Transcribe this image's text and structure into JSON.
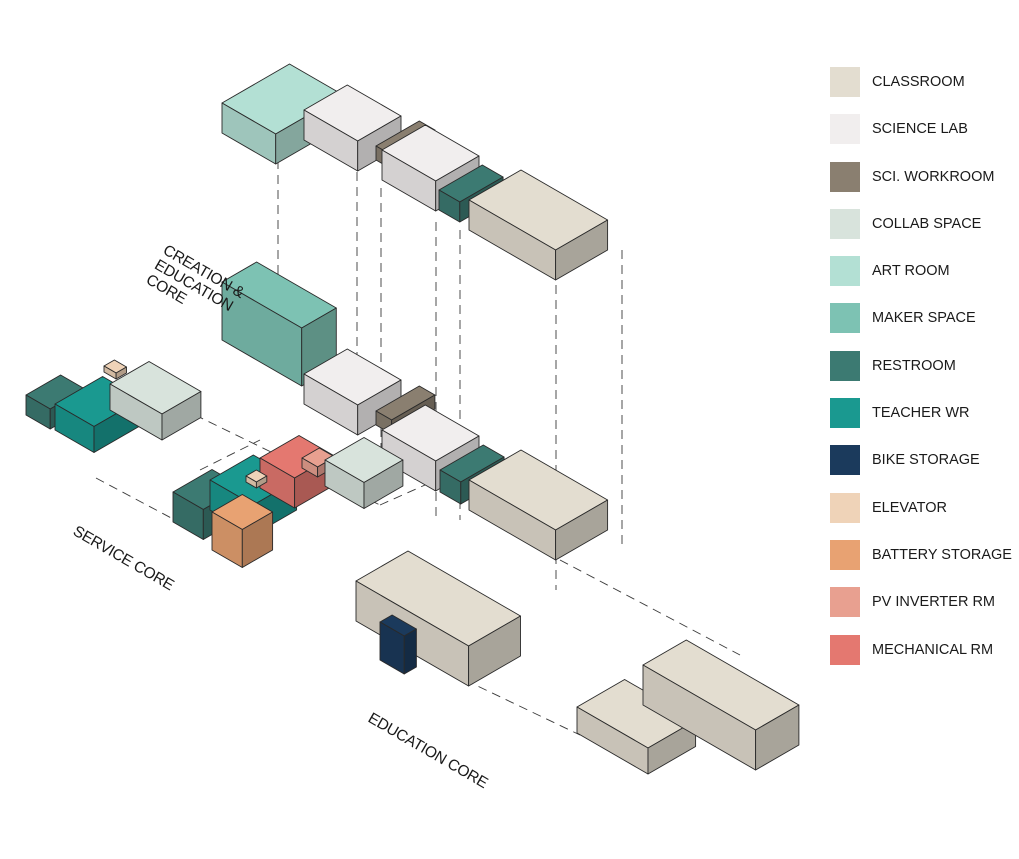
{
  "diagram": {
    "labels": {
      "creation_core": [
        "CREATION &",
        "EDUCATION",
        "CORE"
      ],
      "service_core": "SERVICE CORE",
      "education_core": "EDUCATION CORE"
    }
  },
  "legend": {
    "items": [
      {
        "key": "classroom",
        "label": "CLASSROOM",
        "color": "#e3ddd0"
      },
      {
        "key": "science_lab",
        "label": "SCIENCE LAB",
        "color": "#f1eeee"
      },
      {
        "key": "sci_workroom",
        "label": "SCI. WORKROOM",
        "color": "#8a7f70"
      },
      {
        "key": "collab_space",
        "label": "COLLAB SPACE",
        "color": "#d8e3dc"
      },
      {
        "key": "art_room",
        "label": "ART ROOM",
        "color": "#b3e0d4"
      },
      {
        "key": "maker_space",
        "label": "MAKER SPACE",
        "color": "#7dc2b3"
      },
      {
        "key": "restroom",
        "label": "RESTROOM",
        "color": "#3c7a72"
      },
      {
        "key": "teacher_wr",
        "label": "TEACHER WR",
        "color": "#1a9990"
      },
      {
        "key": "bike_storage",
        "label": "BIKE STORAGE",
        "color": "#1b3a5c"
      },
      {
        "key": "elevator",
        "label": "ELEVATOR",
        "color": "#efd3b8"
      },
      {
        "key": "battery_storage",
        "label": "BATTERY STORAGE",
        "color": "#e8a272"
      },
      {
        "key": "pv_inverter_rm",
        "label": "PV INVERTER RM",
        "color": "#e8a090"
      },
      {
        "key": "mechanical_rm",
        "label": "MECHANICAL RM",
        "color": "#e47870"
      }
    ]
  }
}
